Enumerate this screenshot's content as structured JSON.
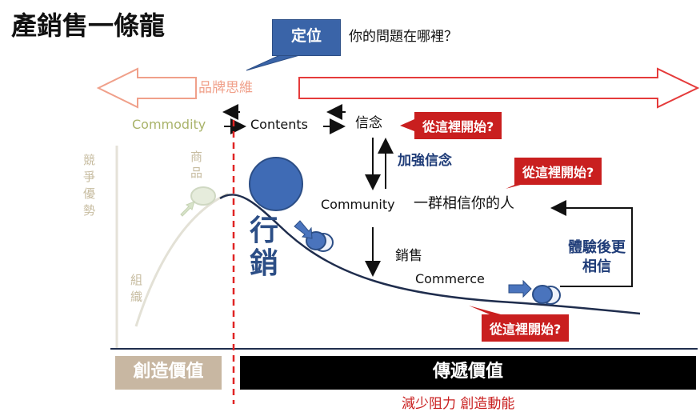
{
  "title": "產銷售一條龍",
  "positioning": {
    "label": "定位",
    "question": "你的問題在哪裡？"
  },
  "brand_thinking": "品牌思維",
  "flow": {
    "commodity": "Commodity",
    "contents": "Contents",
    "belief": "信念",
    "strengthen_belief": "加強信念",
    "community": "Community",
    "community_desc": "一群相信你的人",
    "sales": "銷售",
    "commerce": "Commerce",
    "experience": "體驗後更相信"
  },
  "curve_labels": {
    "goods": "商品",
    "competitive_advantage": "競爭優勢",
    "organization": "組織",
    "marketing": "行銷"
  },
  "callouts": [
    "從這裡開始?",
    "從這裡開始?",
    "從這裡開始?"
  ],
  "bottom": {
    "create_value": "創造價值",
    "deliver_value": "傳遞價值",
    "tagline": "減少阻力 創造動能"
  },
  "colors": {
    "accent_red": "#c91f1f",
    "accent_blue": "#2c4e86",
    "brand_arrow_left": "#f0a08a",
    "muted_tan": "#c8b7a2"
  }
}
